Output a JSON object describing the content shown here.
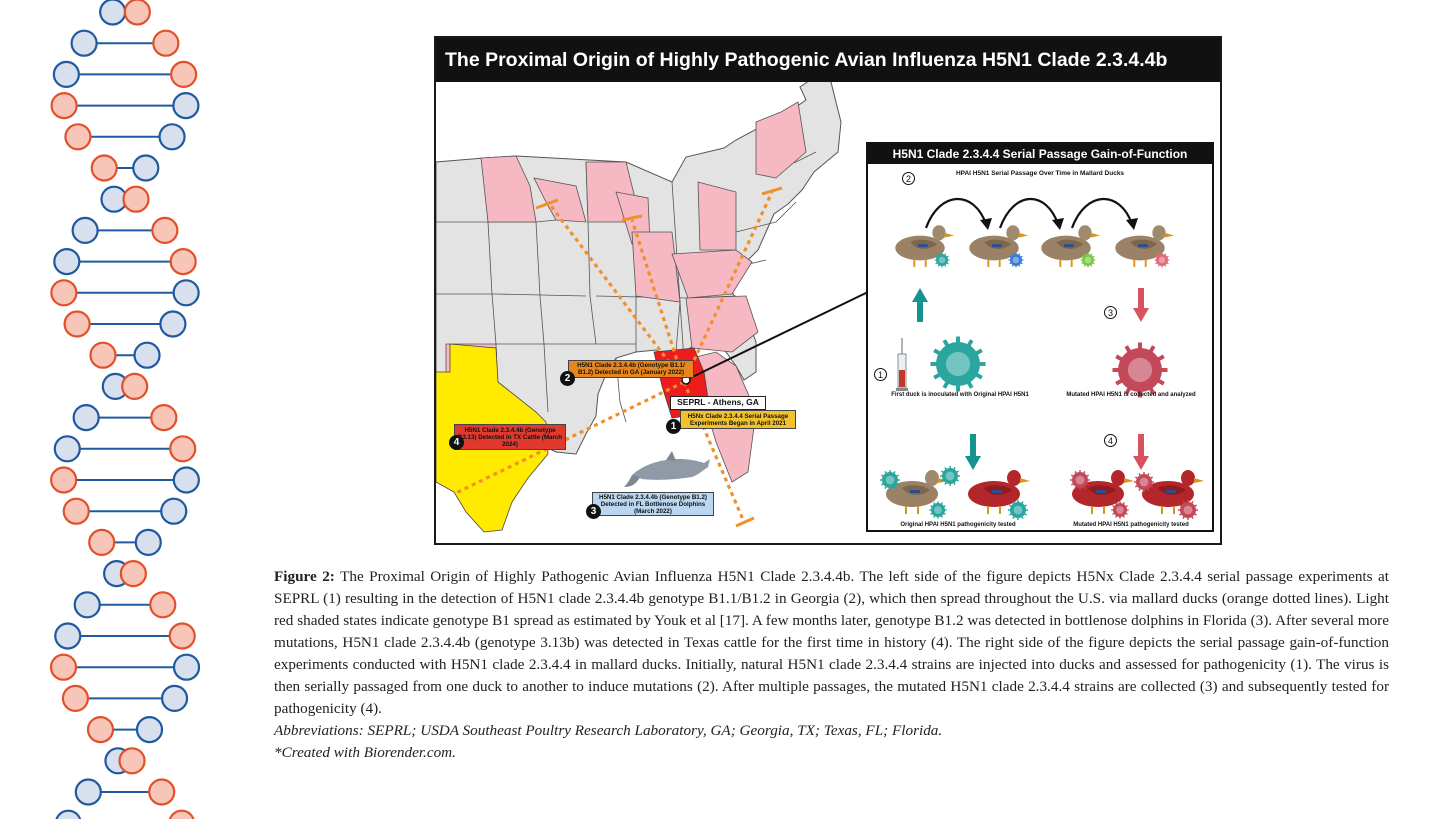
{
  "figure": {
    "title": "The Proximal Origin of Highly Pathogenic Avian Influenza H5N1 Clade 2.3.4.4b",
    "map": {
      "markers": [
        {
          "num": "1",
          "text": "H5Nx Clade 2.3.4.4 Serial Passage Experiments Began in April 2021",
          "color": "#f2c12e"
        },
        {
          "num": "2",
          "text": "H5N1 Clade 2.3.4.4b (Genotype B1.1/ B1.2) Detected in GA (January 2022)",
          "color": "#e8861d"
        },
        {
          "num": "3",
          "text": "H5N1 Clade 2.3.4.4b (Genotype B1.2) Detected in FL Bottlenose Dolphins (March 2022)",
          "color": "#b9d7f0"
        },
        {
          "num": "4",
          "text": "H5N1 Clade 2.3.4.4b (Genotype B3.13) Detected in TX Cattle (March 2024)",
          "color": "#e03a2f"
        }
      ],
      "seprl_label": "SEPRL - Athens, GA",
      "colors": {
        "spread_states": "#f6b8c2",
        "georgia": "#ee1c1c",
        "texas": "#ffea00",
        "other_states": "#e3e3e3",
        "flight_path": "#f0902a"
      }
    },
    "panel": {
      "title": "H5N1 Clade 2.3.4.4 Serial Passage Gain-of-Function",
      "subtitle": "HPAI H5N1 Serial Passage Over Time in Mallard Ducks",
      "step1_label": "First duck is inoculated with Original HPAI H5N1",
      "step3_label": "Mutated HPAI H5N1 is collected and analyzed",
      "bottom_left_label": "Original HPAI H5N1 pathogenicity tested",
      "bottom_right_label": "Mutated HPAI H5N1 pathogenicity tested",
      "step_numbers": [
        "1",
        "2",
        "3",
        "4"
      ]
    }
  },
  "caption": {
    "label": "Figure 2:",
    "text": " The Proximal Origin of Highly Pathogenic Avian Influenza H5N1 Clade 2.3.4.4b. The left side of the figure depicts H5Nx Clade 2.3.4.4 serial passage experiments at SEPRL (1) resulting in the detection of H5N1 clade 2.3.4.4b genotype B1.1/B1.2 in Georgia (2), which then spread throughout the U.S. via mallard ducks (orange dotted lines). Light red shaded states indicate genotype B1 spread as estimated by Youk et al [17]. A few months later, genotype B1.2 was detected in bottlenose dolphins in Florida (3). After several more mutations, H5N1 clade 2.3.4.4b (genotype 3.13b) was detected in Texas cattle for the first time in history (4). The right side of the figure depicts the serial passage gain-of-function experiments conducted with H5N1 clade 2.3.4.4 in mallard ducks. Initially, natural H5N1 clade 2.3.4.4 strains are injected into ducks and assessed for pathogenicity (1). The virus is then serially passaged from one duck to another to induce mutations (2). After multiple passages, the mutated H5N1 clade 2.3.4.4 strains are collected (3) and subsequently tested for pathogenicity (4).",
    "abbreviations": "Abbreviations: SEPRL; USDA Southeast Poultry Research Laboratory, GA; Georgia, TX; Texas, FL; Florida.",
    "credit": "*Created with Biorender.com."
  },
  "decoration": {
    "dna_colors": {
      "blue": "#1f5aa0",
      "blue_fill": "#d7e0ec",
      "red": "#e2502b",
      "red_fill": "#f8c6b8"
    }
  }
}
